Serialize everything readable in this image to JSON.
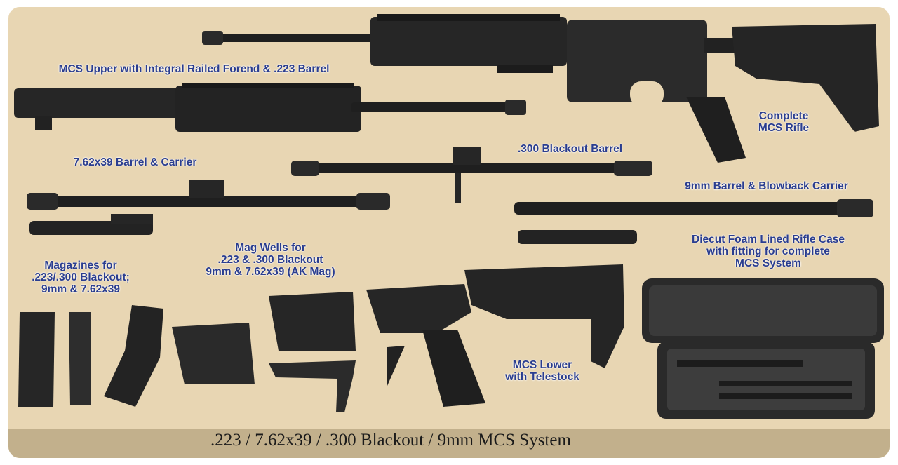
{
  "labels": {
    "upper": "MCS Upper with Integral Railed Forend & .223 Barrel",
    "complete_line1": "Complete",
    "complete_line2": "MCS Rifle",
    "barrel_762": "7.62x39 Barrel & Carrier",
    "barrel_300": ".300 Blackout Barrel",
    "barrel_9mm": "9mm Barrel & Blowback Carrier",
    "magazines_line1": "Magazines for",
    "magazines_line2": ".223/.300 Blackout;",
    "magazines_line3": "9mm & 7.62x39",
    "magwells_line1": "Mag Wells for",
    "magwells_line2": ".223 & .300 Blackout",
    "magwells_line3": "9mm & 7.62x39 (AK Mag)",
    "case_line1": "Diecut Foam Lined Rifle Case",
    "case_line2": "with fitting for complete",
    "case_line3": "MCS System",
    "lower_line1": "MCS Lower",
    "lower_line2": "with Telestock"
  },
  "footer": ".223 / 7.62x39 / .300 Blackout / 9mm MCS System",
  "colors": {
    "background": "#e8d6b3",
    "footer_band": "#c2b08c",
    "label_text": "#2a3d8f",
    "part_dark": "#1f1f1f"
  }
}
